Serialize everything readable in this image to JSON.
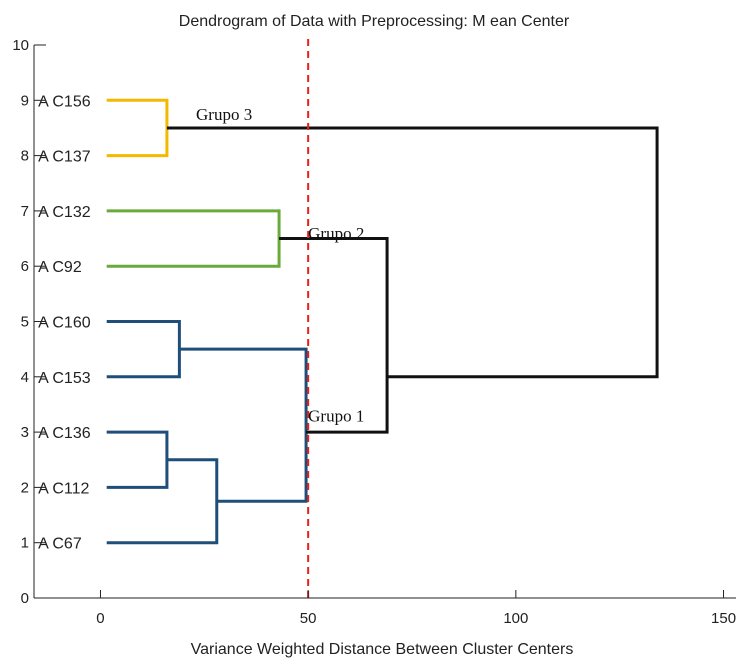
{
  "chart_data": {
    "type": "dendrogram",
    "title": "Dendrogram of Data with Preprocessing: M ean Center",
    "xlabel": "Variance Weighted Distance Between Cluster Centers",
    "ylabel": "",
    "xlim": [
      -16,
      153
    ],
    "ylim": [
      0,
      10
    ],
    "xticks": [
      0,
      50,
      100,
      150
    ],
    "yticks": [
      0,
      1,
      2,
      3,
      4,
      5,
      6,
      7,
      8,
      9,
      10
    ],
    "threshold": 50,
    "threshold_color": "#e8201a",
    "leaves": [
      {
        "label": "A C67",
        "y": 1
      },
      {
        "label": "A C112",
        "y": 2
      },
      {
        "label": "A C136",
        "y": 3
      },
      {
        "label": "A C153",
        "y": 4
      },
      {
        "label": "A C160",
        "y": 5
      },
      {
        "label": "A C92",
        "y": 6
      },
      {
        "label": "A C132",
        "y": 7
      },
      {
        "label": "A C137",
        "y": 8
      },
      {
        "label": "A C156",
        "y": 9
      }
    ],
    "links": [
      {
        "y1": 2,
        "y2": 3,
        "x1": 1.5,
        "x2": 1.5,
        "height": 16,
        "color": "#1f4e79"
      },
      {
        "y1": 2.5,
        "y2": 1,
        "x1": 16,
        "x2": 1.5,
        "height": 28,
        "color": "#1f4e79"
      },
      {
        "y1": 4,
        "y2": 5,
        "x1": 1.5,
        "x2": 1.5,
        "height": 19,
        "color": "#1f4e79"
      },
      {
        "y1": 1.75,
        "y2": 4.5,
        "x1": 28,
        "x2": 19,
        "height": 49.5,
        "color": "#1f4e79"
      },
      {
        "y1": 6,
        "y2": 7,
        "x1": 1.5,
        "x2": 1.5,
        "height": 43,
        "color": "#6aaa3a"
      },
      {
        "y1": 8,
        "y2": 9,
        "x1": 1.5,
        "x2": 1.5,
        "height": 16,
        "color": "#f5b800"
      },
      {
        "y1": 3,
        "y2": 6.5,
        "x1": 49.5,
        "x2": 43,
        "height": 69,
        "color": "#111111"
      },
      {
        "y1": 4,
        "y2": 8.5,
        "x1": 69,
        "x2": 16,
        "height": 134,
        "color": "#111111"
      }
    ],
    "annotations": [
      {
        "text": "Grupo 3",
        "x": 23,
        "y": 8.75
      },
      {
        "text": "Grupo 2",
        "x": 50,
        "y": 6.6
      },
      {
        "text": "Grupo 1",
        "x": 50,
        "y": 3.3
      }
    ]
  }
}
